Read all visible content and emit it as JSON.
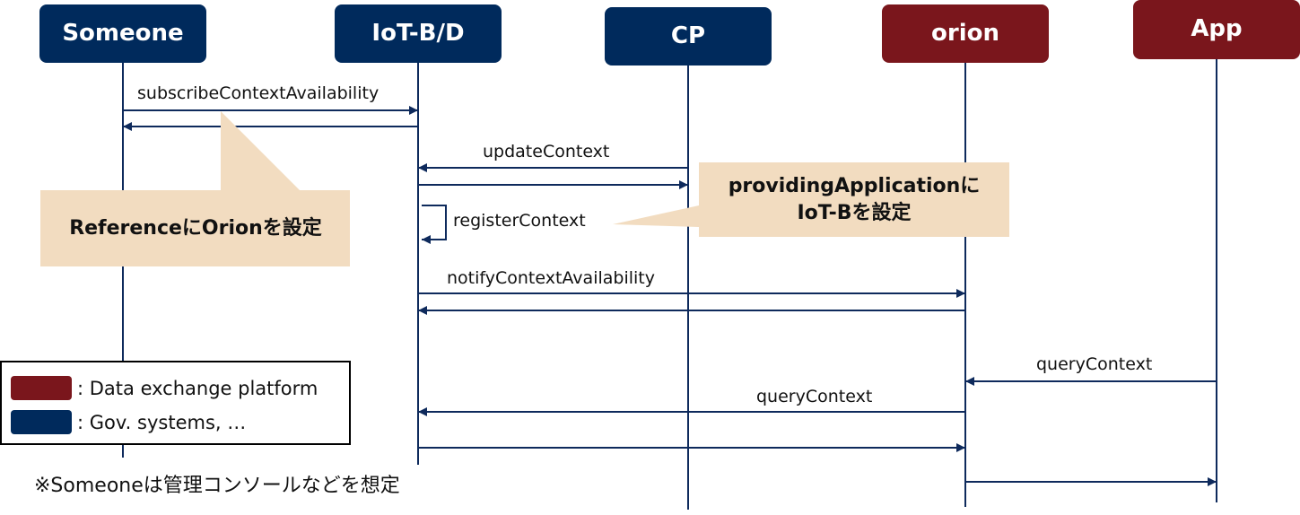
{
  "colors": {
    "navy": "#002a5c",
    "maroon": "#7a161c",
    "note": "#f2dcc0",
    "line": "#0e2a5c"
  },
  "actors": [
    {
      "id": "someone",
      "label": "Someone",
      "color": "navy"
    },
    {
      "id": "iotbd",
      "label": "IoT-B/D",
      "color": "navy"
    },
    {
      "id": "cp",
      "label": "CP",
      "color": "navy"
    },
    {
      "id": "orion",
      "label": "orion",
      "color": "maroon"
    },
    {
      "id": "app",
      "label": "App",
      "color": "maroon"
    }
  ],
  "messages": [
    {
      "label": "subscribeContextAvailability",
      "from": "someone",
      "to": "iotbd"
    },
    {
      "label": "",
      "from": "iotbd",
      "to": "someone"
    },
    {
      "label": "updateContext",
      "from": "cp",
      "to": "iotbd"
    },
    {
      "label": "",
      "from": "iotbd",
      "to": "cp"
    },
    {
      "label": "registerContext",
      "from": "iotbd",
      "to": "iotbd"
    },
    {
      "label": "notifyContextAvailability",
      "from": "iotbd",
      "to": "orion"
    },
    {
      "label": "",
      "from": "orion",
      "to": "iotbd"
    },
    {
      "label": "queryContext",
      "from": "app",
      "to": "orion"
    },
    {
      "label": "queryContext",
      "from": "orion",
      "to": "iotbd"
    },
    {
      "label": "",
      "from": "iotbd",
      "to": "orion"
    },
    {
      "label": "",
      "from": "orion",
      "to": "app"
    }
  ],
  "notes": {
    "reference": "ReferenceにOrionを設定",
    "providing_line1": "providingApplicationに",
    "providing_line2": "IoT-Bを設定"
  },
  "legend": {
    "items": [
      {
        "color": "maroon",
        "text": ": Data exchange platform"
      },
      {
        "color": "navy",
        "text": ": Gov. systems, …"
      }
    ]
  },
  "footnote": "※Someoneは管理コンソールなどを想定"
}
